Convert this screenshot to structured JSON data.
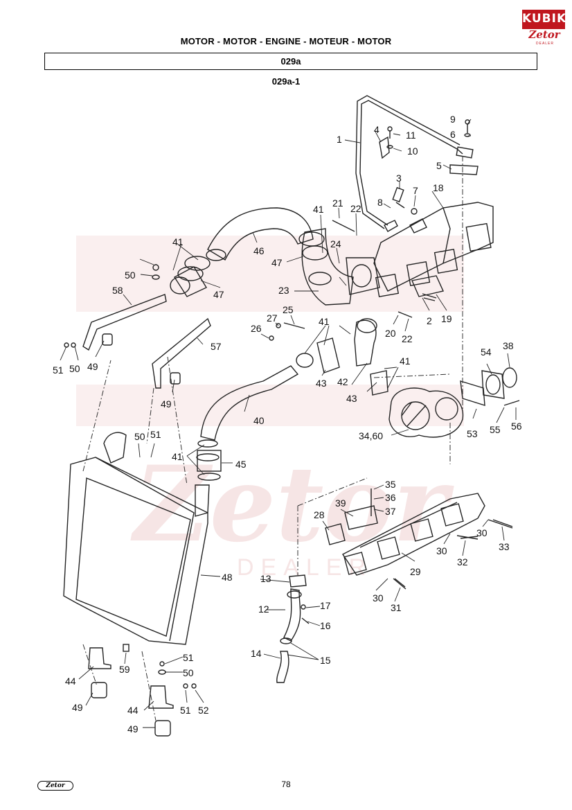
{
  "header": {
    "title": "MOTOR - MOTOR - ENGINE - MOTEUR - MOTOR",
    "section_code": "029a",
    "subsection_code": "029a-1"
  },
  "brand_logo": {
    "name": "KUBIK",
    "dealer_text": "Zetor",
    "dealer_sub": "DEALER"
  },
  "watermark": {
    "text": "Zetor",
    "sub": "DEALER"
  },
  "callouts": [
    "1",
    "2",
    "3",
    "4",
    "5",
    "6",
    "7",
    "8",
    "9",
    "10",
    "11",
    "12",
    "13",
    "14",
    "15",
    "16",
    "17",
    "18",
    "19",
    "20",
    "21",
    "22",
    "22",
    "23",
    "24",
    "25",
    "26",
    "27",
    "28",
    "29",
    "30",
    "30",
    "30",
    "31",
    "32",
    "33",
    "34,60",
    "35",
    "36",
    "37",
    "38",
    "39",
    "40",
    "41",
    "41",
    "41",
    "41",
    "41",
    "42",
    "43",
    "43",
    "44",
    "44",
    "45",
    "46",
    "47",
    "47",
    "48",
    "49",
    "49",
    "49",
    "49",
    "50",
    "50",
    "50",
    "50",
    "51",
    "51",
    "51",
    "51",
    "52",
    "53",
    "54",
    "55",
    "56",
    "57",
    "58",
    "59"
  ],
  "footer": {
    "page_number": "78",
    "logo_text": "Zetor"
  },
  "colors": {
    "brand_red": "#c0161e",
    "line": "#222222",
    "watermark": "#f2dcdc"
  }
}
